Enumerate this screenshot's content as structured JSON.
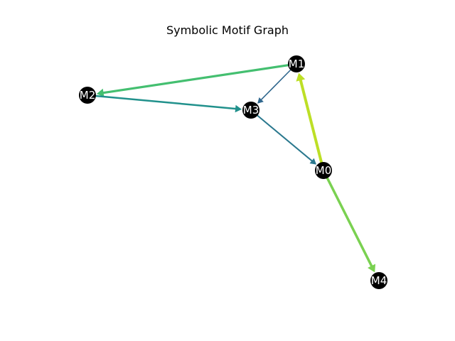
{
  "title": "Symbolic Motif Graph",
  "nodes": [
    {
      "id": "M0",
      "label": "M0",
      "color": "#000000"
    },
    {
      "id": "M1",
      "label": "M1",
      "color": "#000000"
    },
    {
      "id": "M2",
      "label": "M2",
      "color": "#000000"
    },
    {
      "id": "M3",
      "label": "M3",
      "color": "#000000"
    },
    {
      "id": "M4",
      "label": "M4",
      "color": "#000000"
    }
  ],
  "edges": [
    {
      "source": "M0",
      "target": "M1",
      "color": "#bddf26"
    },
    {
      "source": "M0",
      "target": "M4",
      "color": "#7ad151"
    },
    {
      "source": "M1",
      "target": "M2",
      "color": "#44bf70"
    },
    {
      "source": "M2",
      "target": "M3",
      "color": "#21918c"
    },
    {
      "source": "M3",
      "target": "M0",
      "color": "#2a788e"
    },
    {
      "source": "M1",
      "target": "M3",
      "color": "#31688e"
    }
  ]
}
